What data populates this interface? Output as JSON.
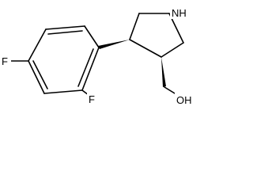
{
  "molecule": {
    "labels": {
      "nh": "NH",
      "f_left": "F",
      "f_right": "F",
      "oh": "OH"
    }
  }
}
